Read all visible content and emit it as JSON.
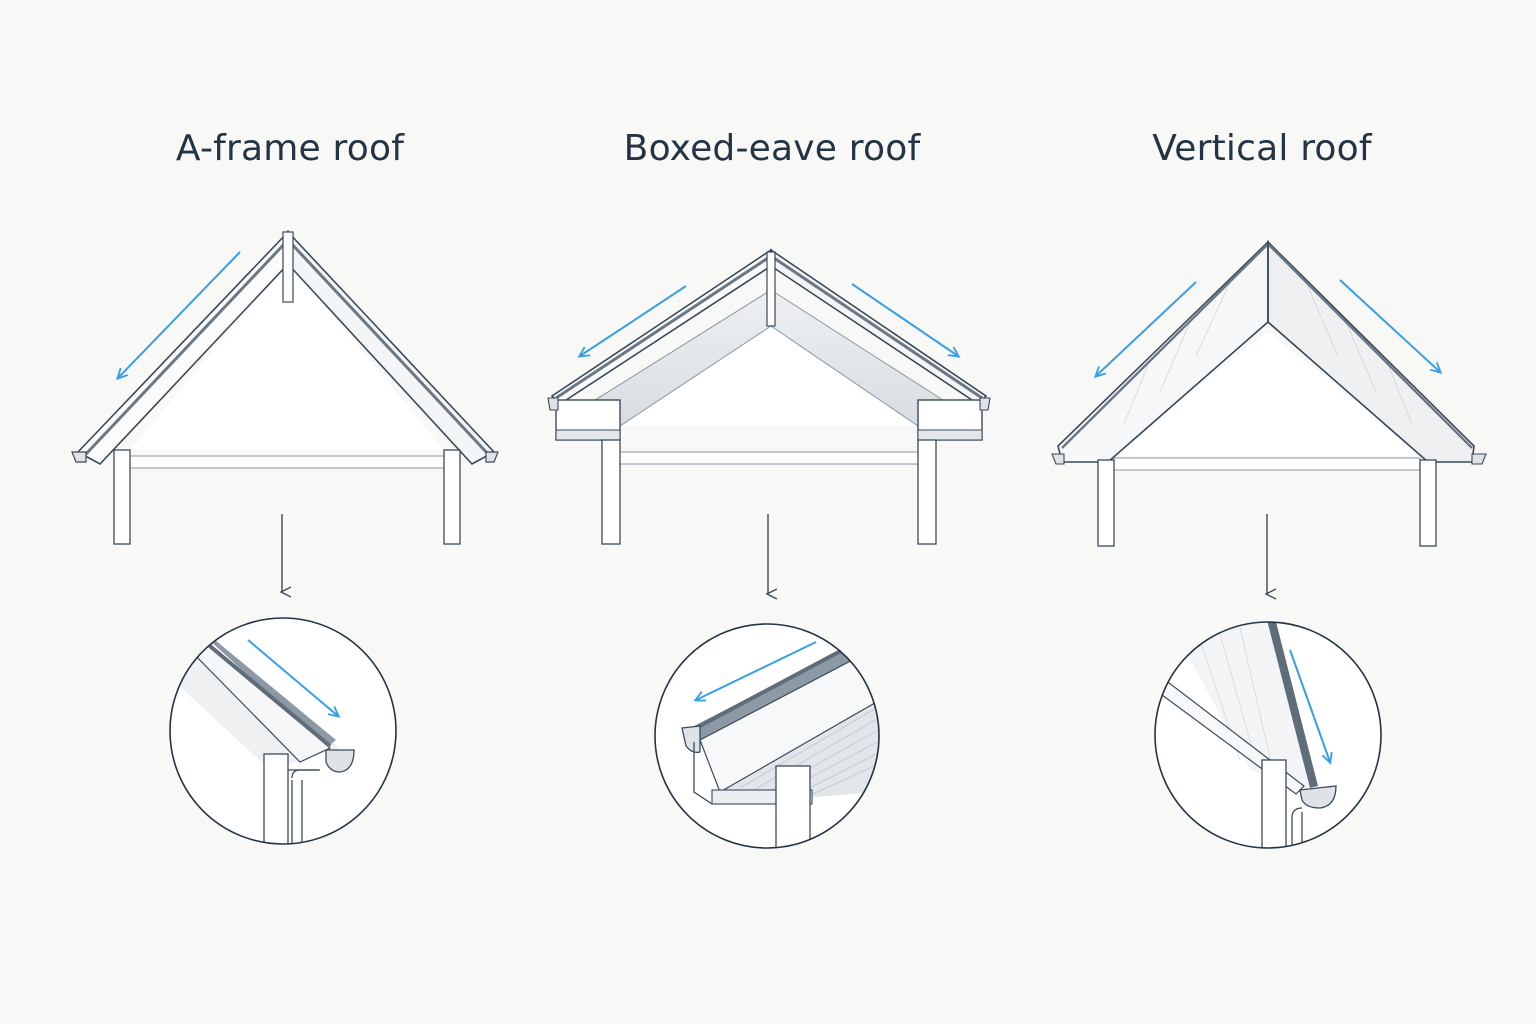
{
  "colors": {
    "background": "#f8f8f6",
    "ink": "#243444",
    "line": "#3a4a5a",
    "accent_blue": "#3a9ee4",
    "fill_white": "#ffffff",
    "shade": "#e4e7ea"
  },
  "panels": [
    {
      "title": "A-frame roof"
    },
    {
      "title": "Boxed-eave roof"
    },
    {
      "title": "Vertical roof"
    }
  ],
  "icons": [
    "water-flow-arrow-icon",
    "down-arrow-icon",
    "gutter-icon",
    "downspout-icon"
  ]
}
